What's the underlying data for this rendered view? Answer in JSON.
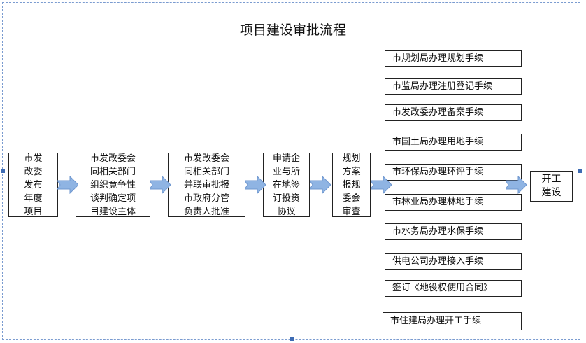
{
  "title": "项目建设审批流程",
  "steps": [
    "市发\n改委\n发布\n年度\n项目",
    "市发改委会\n同相关部门\n组织竟争性\n谈判确定项\n目建设主体",
    "市发改委会\n同相关部门\n并联审批报\n市政府分管\n负责人批准",
    "申请企\n业与所\n在地签\n订投资\n协议",
    "规划\n方案\n报规\n委会\n审查"
  ],
  "procedures": [
    "市规划局办理规划手续",
    "市监局办理注册登记手续",
    "市发改委办理备案手续",
    "市国土局办理用地手续",
    "市环保局办理环评手续",
    "市林业局办理林地手续",
    "市水务局办理水保手续",
    "供电公司办理接入手续",
    "签订《地役权使用合同》",
    "市住建局办理开工手续"
  ],
  "final": "开工\n建设",
  "colors": {
    "arrow": "#8fb4e3",
    "frame": "#7a9bd0"
  }
}
